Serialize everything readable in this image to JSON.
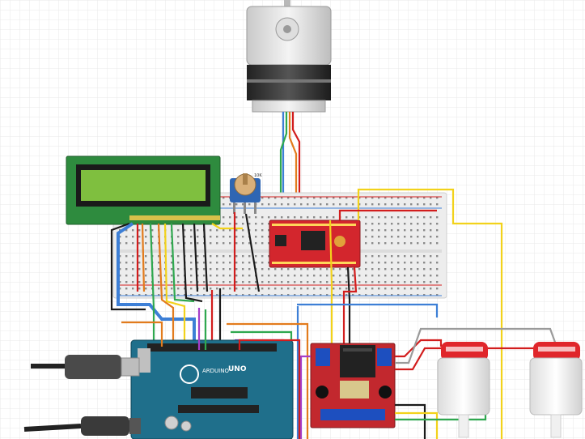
{
  "potentiometer": {
    "label": "10K"
  },
  "arduino": {
    "model_label": "UNO",
    "brand_label": "ARDUINO",
    "board_color": "#1f6f8b"
  },
  "colors": {
    "grid_line": "#e6e6e6",
    "breadboard": "#ececec",
    "lcd_board": "#2e8b3e",
    "lcd_screen": "#7fbf3f",
    "driver_board": "#c2282e",
    "motor_body": "#f2f2f2",
    "motor_cap": "#e0262b",
    "wire_yellow": "#f2d21b",
    "wire_blue": "#3d7fd6",
    "wire_black": "#1a1a1a",
    "wire_red": "#d21d1d",
    "wire_green": "#2fa84f",
    "wire_purple": "#a53ec9",
    "wire_orange": "#e27b1c",
    "wire_gray": "#9a9a9a"
  },
  "components": [
    {
      "id": "stepper-motor",
      "icon": "stepper-motor-icon"
    },
    {
      "id": "lcd-16x2",
      "icon": "lcd-display-icon"
    },
    {
      "id": "potentiometer",
      "icon": "potentiometer-icon"
    },
    {
      "id": "breadboard",
      "icon": "breadboard-icon"
    },
    {
      "id": "stepper-driver",
      "icon": "stepper-driver-icon"
    },
    {
      "id": "arduino-uno",
      "icon": "arduino-board-icon"
    },
    {
      "id": "motor-driver-l298n",
      "icon": "motor-driver-icon"
    },
    {
      "id": "dc-motor-1",
      "icon": "dc-motor-icon"
    },
    {
      "id": "dc-motor-2",
      "icon": "dc-motor-icon"
    },
    {
      "id": "usb-cable",
      "icon": "usb-cable-icon"
    },
    {
      "id": "power-jack-cable",
      "icon": "power-cable-icon"
    }
  ]
}
